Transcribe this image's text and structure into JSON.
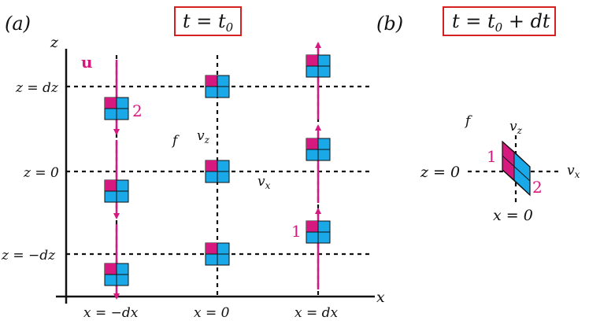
{
  "panel_a": {
    "label": "(a)",
    "time_label": "t = t_0",
    "time_label_pre": "t = t",
    "time_label_sub": "0",
    "axis_x": "x",
    "axis_z": "z",
    "z_ticks": [
      "z = dz",
      "z = 0",
      "z = −dz"
    ],
    "x_ticks": [
      "x = −dx",
      "x = 0",
      "x = dx"
    ],
    "velocity_symbol": "u",
    "center_labels": {
      "f": "f",
      "vz": "v",
      "vz_sub": "z",
      "vx": "v",
      "vx_sub": "x"
    },
    "element_numbers": [
      "2",
      "1"
    ]
  },
  "panel_b": {
    "label": "(b)",
    "time_label": "t = t_0 + dt",
    "time_label_pre": "t = t",
    "time_label_sub": "0",
    "time_label_post": " + dt",
    "z_label": "z = 0",
    "x_label": "x = 0",
    "f": "f",
    "vz": "v",
    "vz_sub": "z",
    "vx": "v",
    "vx_sub": "x",
    "element_numbers": [
      "1",
      "2"
    ]
  },
  "colors": {
    "magenta": "#d6197e",
    "blue": "#19a8e8",
    "frame_red": "#d42020",
    "axis": "#111111"
  }
}
